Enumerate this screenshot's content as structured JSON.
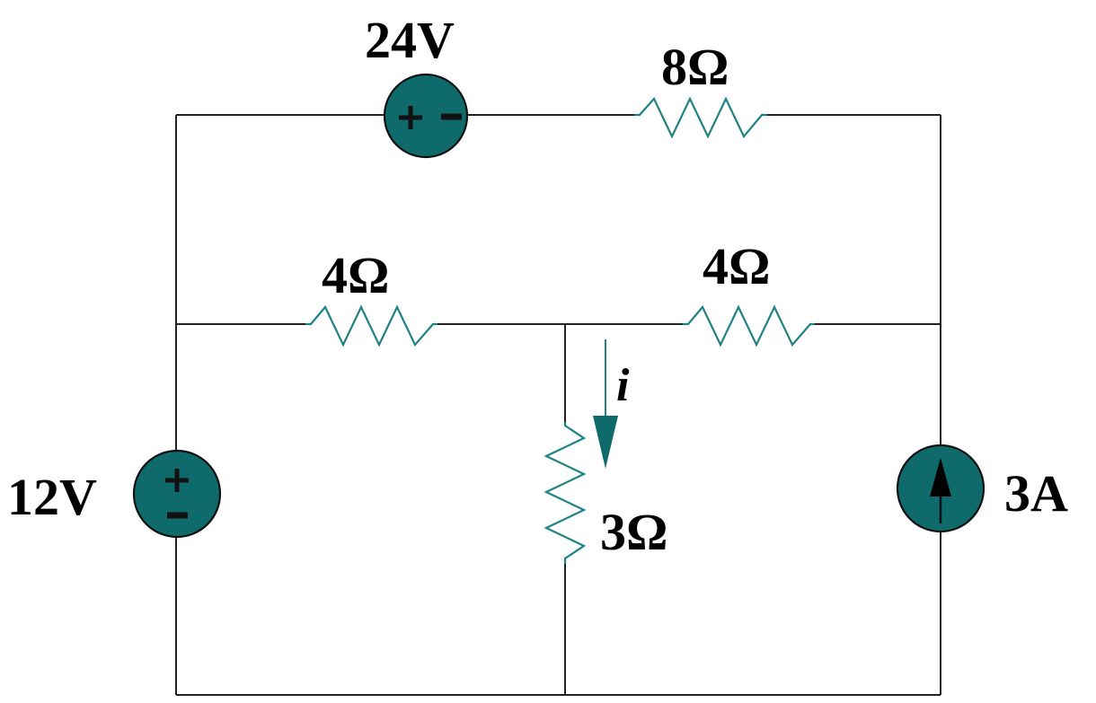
{
  "diagram": {
    "type": "electrical-circuit",
    "colors": {
      "component_fill": "#0f6b6b",
      "resistor_stroke": "#1e8282",
      "wire": "#222222",
      "text": "#000000",
      "background": "#ffffff"
    },
    "components": {
      "v24": {
        "kind": "voltage-source",
        "label": "24V",
        "polarity": "+ -",
        "plus": "+",
        "minus": "-"
      },
      "r8": {
        "kind": "resistor",
        "label": "8Ω"
      },
      "r4_left": {
        "kind": "resistor",
        "label": "4Ω"
      },
      "r4_right": {
        "kind": "resistor",
        "label": "4Ω"
      },
      "r3": {
        "kind": "resistor",
        "label": "3Ω"
      },
      "v12": {
        "kind": "voltage-source",
        "label": "12V",
        "plus": "+",
        "minus": "-"
      },
      "i3": {
        "kind": "current-source",
        "label": "3A",
        "direction": "up"
      },
      "current_i": {
        "kind": "current-indicator",
        "label": "i",
        "direction": "down"
      }
    }
  }
}
